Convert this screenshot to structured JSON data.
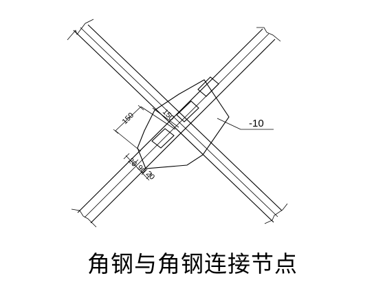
{
  "dimensions": {
    "diag_150_a": "150",
    "diag_150_b": "150",
    "small_20_a": "20",
    "small_90": "90",
    "small_20_b": "20"
  },
  "callout": {
    "plate_label": "-10"
  },
  "caption": "角钢与角钢连接节点"
}
